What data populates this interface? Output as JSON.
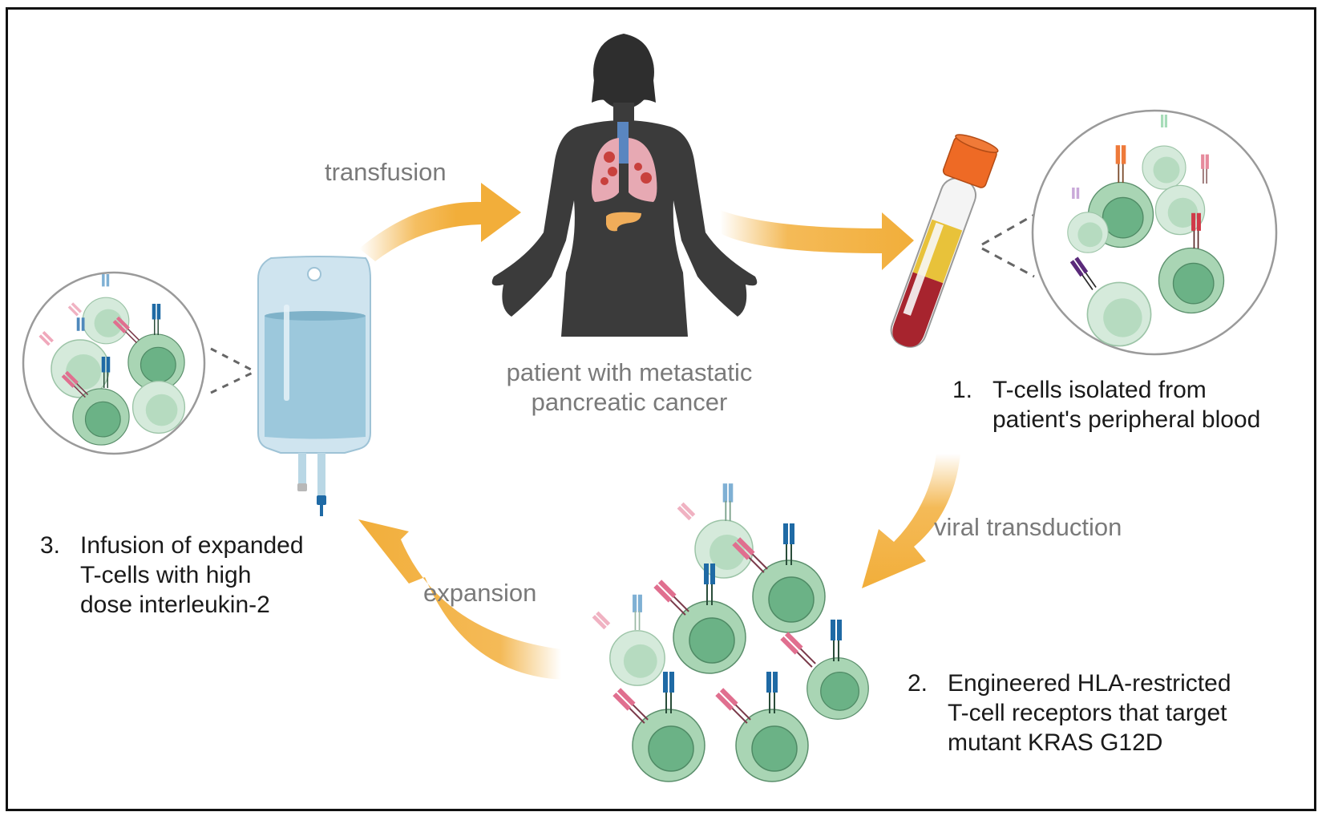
{
  "diagram": {
    "title": "TCR-engineered T-cell therapy cycle for metastatic pancreatic cancer",
    "center": {
      "label_line1": "patient with metastatic",
      "label_line2": "pancreatic cancer"
    },
    "arrows": {
      "transfusion": "transfusion",
      "viral_transduction": "viral transduction",
      "expansion": "expansion"
    },
    "steps": [
      {
        "number": "1.",
        "line1": "T-cells isolated from",
        "line2": "patient's peripheral blood"
      },
      {
        "number": "2.",
        "line1": "Engineered HLA-restricted",
        "line2": "T-cell receptors that target",
        "line3": "mutant KRAS G12D"
      },
      {
        "number": "3.",
        "line1": "Infusion of expanded",
        "line2": "T-cells with high",
        "line3": "dose interleukin-2"
      }
    ],
    "icons": [
      "human-silhouette-icon",
      "lungs-icon",
      "pancreas-icon",
      "blood-tube-icon",
      "iv-bag-icon",
      "t-cell-icon",
      "curved-arrow-icon"
    ],
    "colors": {
      "arrow": "#f2ae3a",
      "silhouette": "#3b3b3b",
      "cell_fill": "#a9d5b4",
      "cell_nucleus": "#6bb286",
      "receptor_blue": "#1f6aa5",
      "receptor_pink": "#e06f8f",
      "tube_cap": "#ee6a25",
      "plasma": "#e8c23a",
      "blood": "#a7242e",
      "iv_liquid": "#9cc8dc",
      "label_gray": "#7a7a7a"
    }
  }
}
